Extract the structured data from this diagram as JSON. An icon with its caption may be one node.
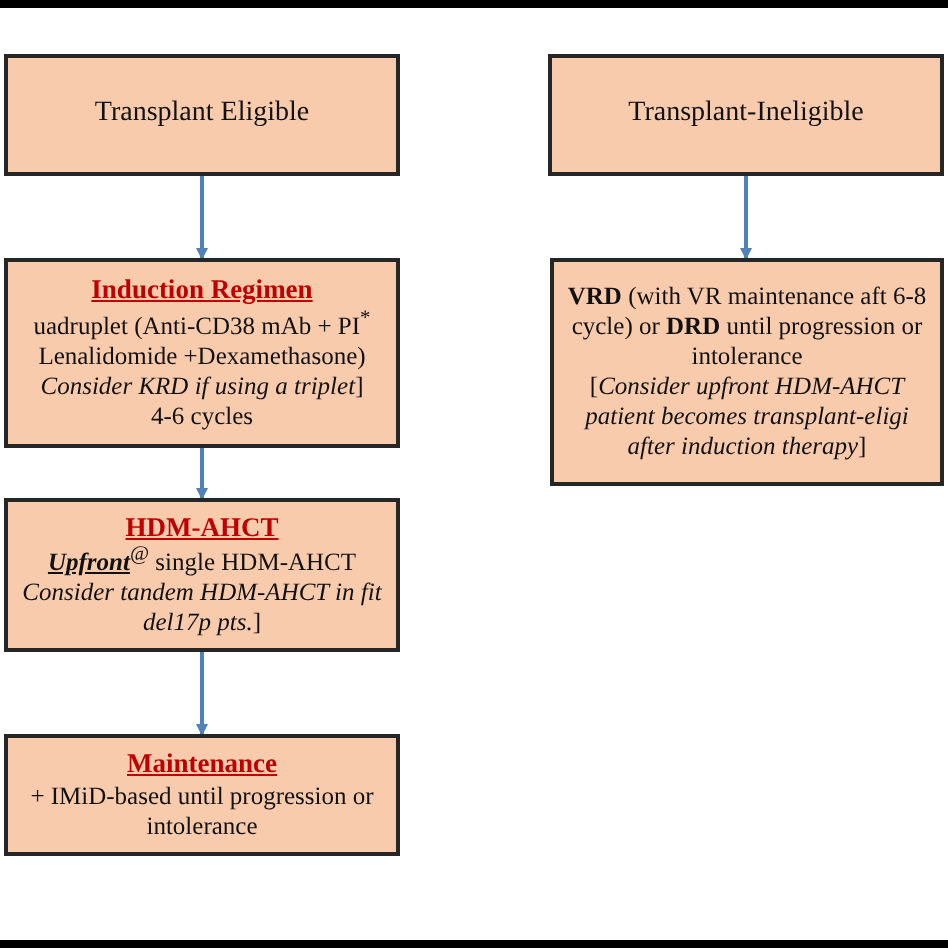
{
  "diagram": {
    "nodes": [
      {
        "text": [
          "Transplant Eligible"
        ]
      },
      {
        "text": [
          "Transplant-Ineligible"
        ]
      },
      {
        "text": [
          "Induction Regimen",
          "uadruplet (Anti-CD38 mAb + PI$^{*}$ Lenalidomide +Dexamethasone)",
          "*Consider KRD if using a triplet*]",
          "4-6 cycles"
        ]
      },
      {
        "text": [
          "**VRD** (with VR maintenance aft 6-8 cycle) or **DRD** until progression or intolerance",
          "[*Consider upfront HDM-AHCT patient becomes transplant-eligi after induction therapy*]"
        ]
      },
      {
        "text": [
          "HDM-AHCT",
          "**Upfront**$^{@}$ single HDM-AHCT",
          "*Consider tandem HDM-AHCT in fit del17p pts.*]"
        ]
      },
      {
        "text": [
          "Maintenance",
          "+ IMiD-based until progression or intolerance"
        ]
      }
    ],
    "edges": [
      {
        "from": 0,
        "to": 2,
        "arrow": "to"
      },
      {
        "from": 1,
        "to": 3,
        "arrow": "to"
      },
      {
        "from": 2,
        "to": 4,
        "arrow": "to"
      },
      {
        "from": 4,
        "to": 5,
        "arrow": "to"
      }
    ]
  }
}
